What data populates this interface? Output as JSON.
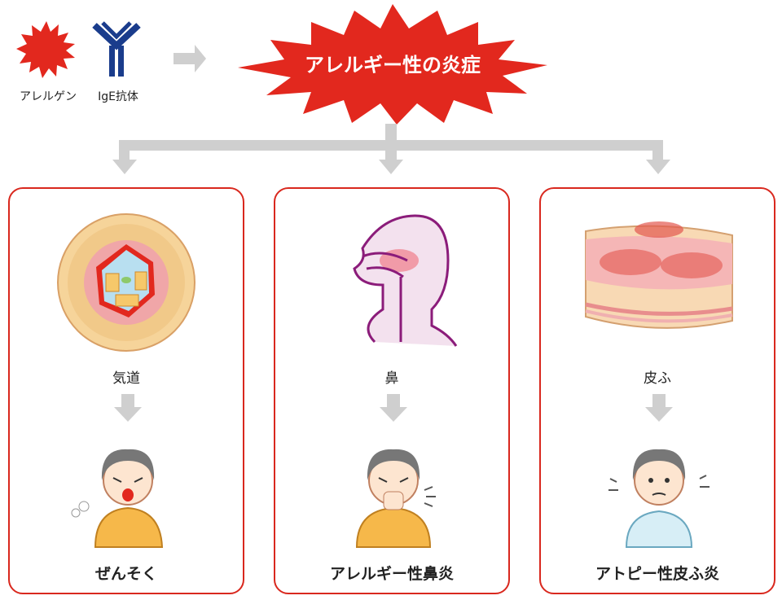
{
  "header": {
    "allergen_label": "アレルゲン",
    "ige_label": "IgE抗体",
    "reaction_label": "アレルギー性の炎症",
    "reaction_color": "#e2281e",
    "arrow_color": "#cfcfcf",
    "antibody_color": "#1a3c8c"
  },
  "panels": [
    {
      "organ": "気道",
      "disease": "ぜんそく"
    },
    {
      "organ": "鼻",
      "disease": "アレルギー性鼻炎"
    },
    {
      "organ": "皮ふ",
      "disease": "アトピー性皮ふ炎"
    }
  ],
  "colors": {
    "panel_border": "#d9281e"
  }
}
